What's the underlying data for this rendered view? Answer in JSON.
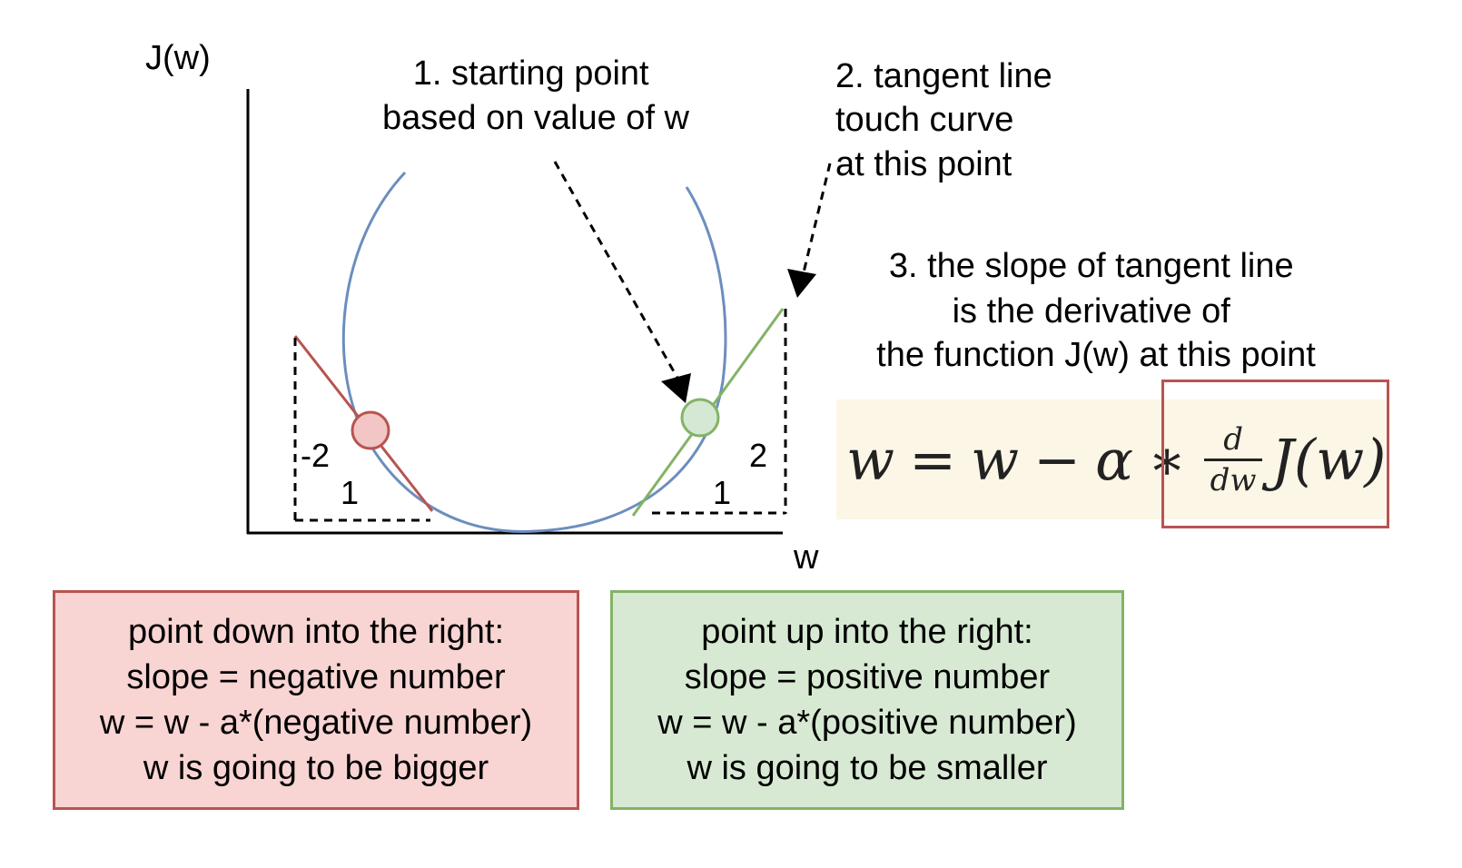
{
  "axes": {
    "y_label": "J(w)",
    "x_label": "w"
  },
  "annotations": {
    "starting_point": [
      "1. starting point",
      "based on value of w"
    ],
    "tangent": [
      "2. tangent line",
      "touch curve",
      "at this point"
    ],
    "slope": [
      "3. the slope of tangent line",
      "is the derivative of",
      "the function J(w) at this point"
    ]
  },
  "left_triangle": {
    "rise": "-2",
    "run": "1"
  },
  "right_triangle": {
    "rise": "2",
    "run": "1"
  },
  "formula": {
    "lhs": "w",
    "eq": "=",
    "w": "w",
    "minus": "−",
    "alpha": "α",
    "times": "∗",
    "frac_num": "d",
    "frac_den": "dw",
    "func": "J(w)"
  },
  "boxes": {
    "negative": [
      "point down into the right:",
      "slope = negative number",
      "w = w - a*(negative number)",
      "w is going to be bigger"
    ],
    "positive": [
      "point up into the right:",
      "slope = positive number",
      "w = w - a*(positive number)",
      "w is going to be smaller"
    ]
  },
  "colors": {
    "curve": "#6c8ebf",
    "red_line": "#b85450",
    "red_fill": "#f8cecc",
    "green_line": "#82b366",
    "green_fill": "#d5e8d4"
  }
}
